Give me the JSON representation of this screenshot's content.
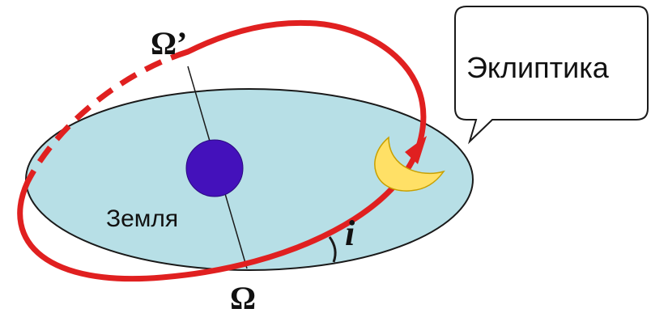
{
  "labels": {
    "ascending_node": "Ω",
    "descending_node": "Ω’",
    "inclination": "i",
    "earth": "Земля",
    "ecliptic": "Эклиптика"
  },
  "colors": {
    "ecliptic_fill": "#b7dfe6",
    "outline": "#1a1a1a",
    "orbit": "#e02020",
    "earth": "#4411bb",
    "moon": "#ffe066",
    "moon_edge": "#c8a000",
    "callout_fill": "#ffffff"
  },
  "icons": {
    "earth": "earth-icon",
    "moon": "moon-icon"
  }
}
